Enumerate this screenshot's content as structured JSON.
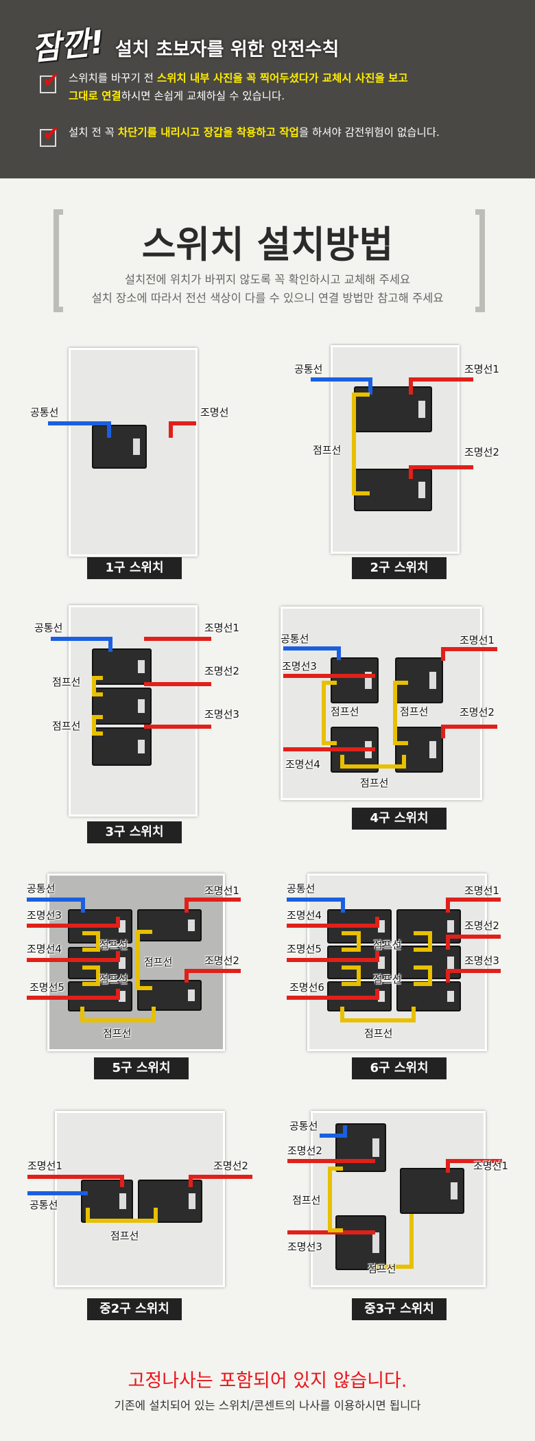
{
  "header": {
    "exclaim": "잠깐!",
    "title": "설치 초보자를 위한 안전수칙",
    "item1": {
      "a": "스위치를 바꾸기 전 ",
      "b": "스위치 내부 사진을 꼭 찍어두셨다가 교체시 사진을 보고",
      "c": "그대로 연결",
      "d": "하시면 손쉽게 교체하실 수 있습니다."
    },
    "item2": {
      "a": "설치 전 꼭 ",
      "b": "차단기를 내리시고 장갑을 착용하고 작업",
      "c": "을 하셔야 감전위험이 없습니다."
    },
    "check_icon": "check-icon"
  },
  "section": {
    "title": "스위치 설치방법",
    "sub1": "설치전에 위치가 바뀌지 않도록 꼭 확인하시고 교체해 주세요",
    "sub2": "설치 장소에 따라서 전선 색상이 다를 수 있으니 연결 방법만 참고해 주세요"
  },
  "colors": {
    "common": "#1a5fe0",
    "light": "#e0201a",
    "jump": "#e8c000",
    "warning": "#e8141b"
  },
  "wires": {
    "common": "공통선",
    "light": "조명선",
    "l1": "조명선1",
    "l2": "조명선2",
    "l3": "조명선3",
    "l4": "조명선4",
    "l5": "조명선5",
    "l6": "조명선6",
    "jump": "점프선"
  },
  "captions": {
    "s1": "1구 스위치",
    "s2": "2구 스위치",
    "s3": "3구 스위치",
    "s4": "4구 스위치",
    "s5": "5구 스위치",
    "s6": "6구 스위치",
    "m2": "중2구 스위치",
    "m3": "중3구 스위치"
  },
  "footer": {
    "warning": "고정나사는 포함되어 있지 않습니다.",
    "note": "기존에 설치되어 있는 스위치/콘센트의 나사를 이용하시면 됩니다"
  }
}
